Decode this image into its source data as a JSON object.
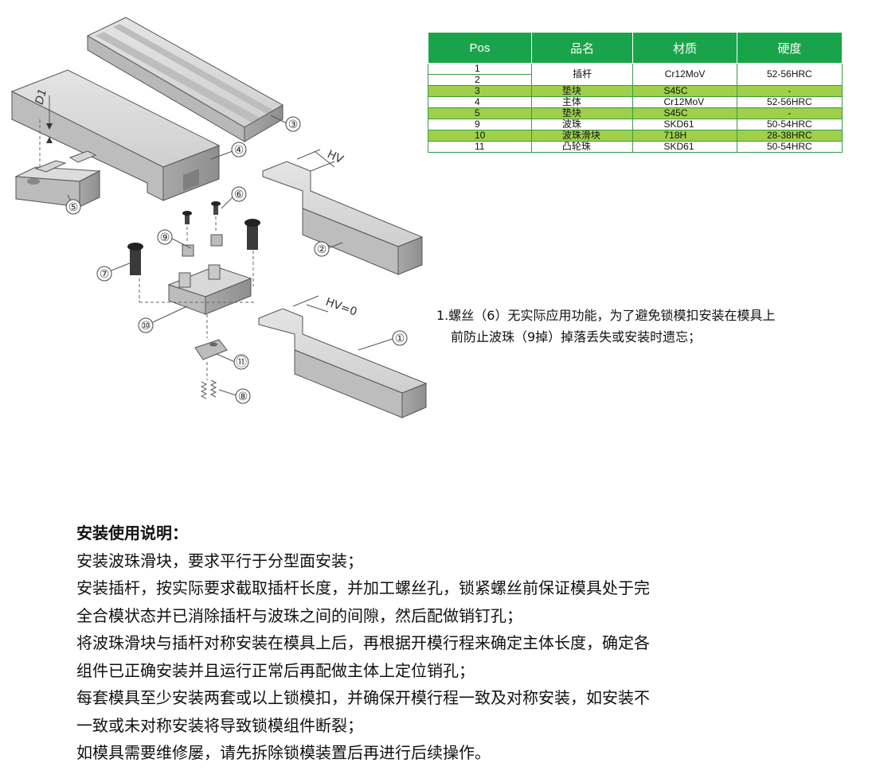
{
  "diagram": {
    "callouts": [
      "①",
      "②",
      "③",
      "④",
      "⑤",
      "⑥",
      "⑦",
      "⑧",
      "⑨",
      "⑩",
      "⑪"
    ],
    "dim_d1": "D1",
    "dim_hv": "HV",
    "dim_hv0": "HV=0"
  },
  "table": {
    "headers": [
      "Pos",
      "品名",
      "材质",
      "硬度"
    ],
    "rows": [
      {
        "pos": "1",
        "name": "插杆",
        "material": "Cr12MoV",
        "hardness": "52-56HRC"
      },
      {
        "pos": "2"
      },
      {
        "pos": "3",
        "name": "垫块",
        "material": "S45C",
        "hardness": "-"
      },
      {
        "pos": "4",
        "name": "主体",
        "material": "Cr12MoV",
        "hardness": "52-56HRC"
      },
      {
        "pos": "5",
        "name": "垫块",
        "material": "S45C",
        "hardness": "-"
      },
      {
        "pos": "9",
        "name": "波珠",
        "material": "SKD61",
        "hardness": "50-54HRC"
      },
      {
        "pos": "10",
        "name": "波珠滑块",
        "material": "718H",
        "hardness": "28-38HRC"
      },
      {
        "pos": "11",
        "name": "凸轮珠",
        "material": "SKD61",
        "hardness": "50-54HRC"
      }
    ]
  },
  "note": {
    "line1": "1.螺丝（6）无实际应用功能，为了避免锁模扣安装在模具上",
    "line2": "前防止波珠（9掉）掉落丢失或安装时遗忘；"
  },
  "install": {
    "title": "安装使用说明：",
    "lines": [
      "安装波珠滑块，要求平行于分型面安装；",
      "安装插杆，按实际要求截取插杆长度，并加工螺丝孔，锁紧螺丝前保证模具处于完",
      "全合模状态并已消除插杆与波珠之间的间隙，然后配做销钉孔；",
      "将波珠滑块与插杆对称安装在模具上后，再根据开模行程来确定主体长度，确定各",
      "组件已正确安装并且运行正常后再配做主体上定位销孔；",
      "每套模具至少安装两套或以上锁模扣，并确保开模行程一致及对称安装，如安装不",
      "一致或未对称安装将导致锁模组件断裂；",
      "如模具需要维修屡，请先拆除锁模装置后再进行后续操作。"
    ]
  }
}
